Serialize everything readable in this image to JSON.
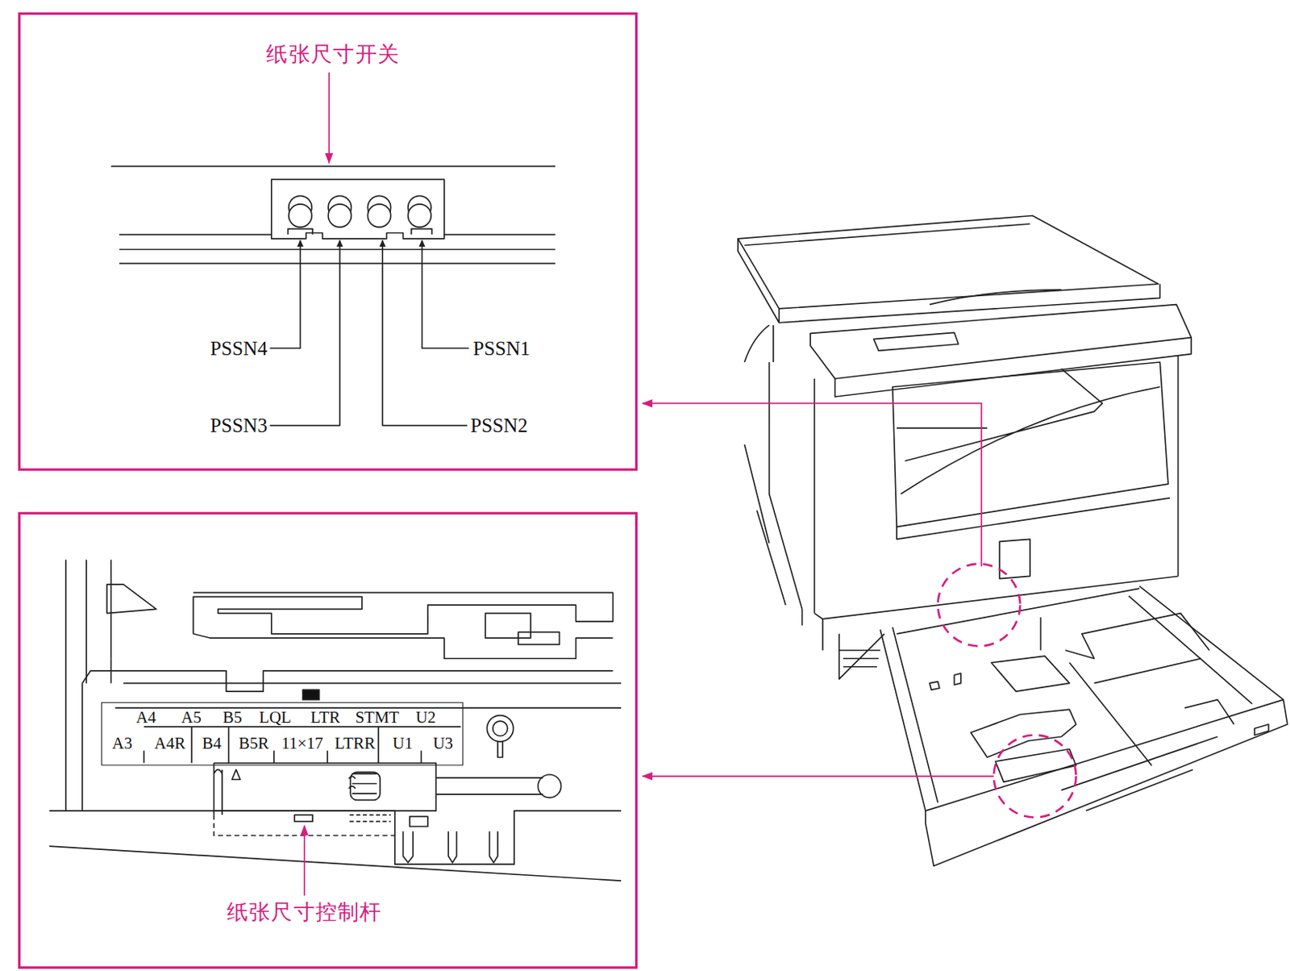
{
  "diagram": {
    "nodes": [
      {
        "text": [
          "纸张尺寸开关",
          "PSSN4",
          "PSSN1",
          "PSSN3",
          "PSSN2"
        ]
      },
      {
        "text": [
          "纸张尺寸控制杆"
        ]
      },
      {
        "text": [
          "A4",
          "A5",
          "B5",
          "LQL",
          "LTR",
          "STMT",
          "U2",
          "A3",
          "A4R",
          "B4",
          "B5R",
          "11×17",
          "LTRR",
          "U1",
          "U3"
        ],
        "in": 1
      }
    ]
  }
}
